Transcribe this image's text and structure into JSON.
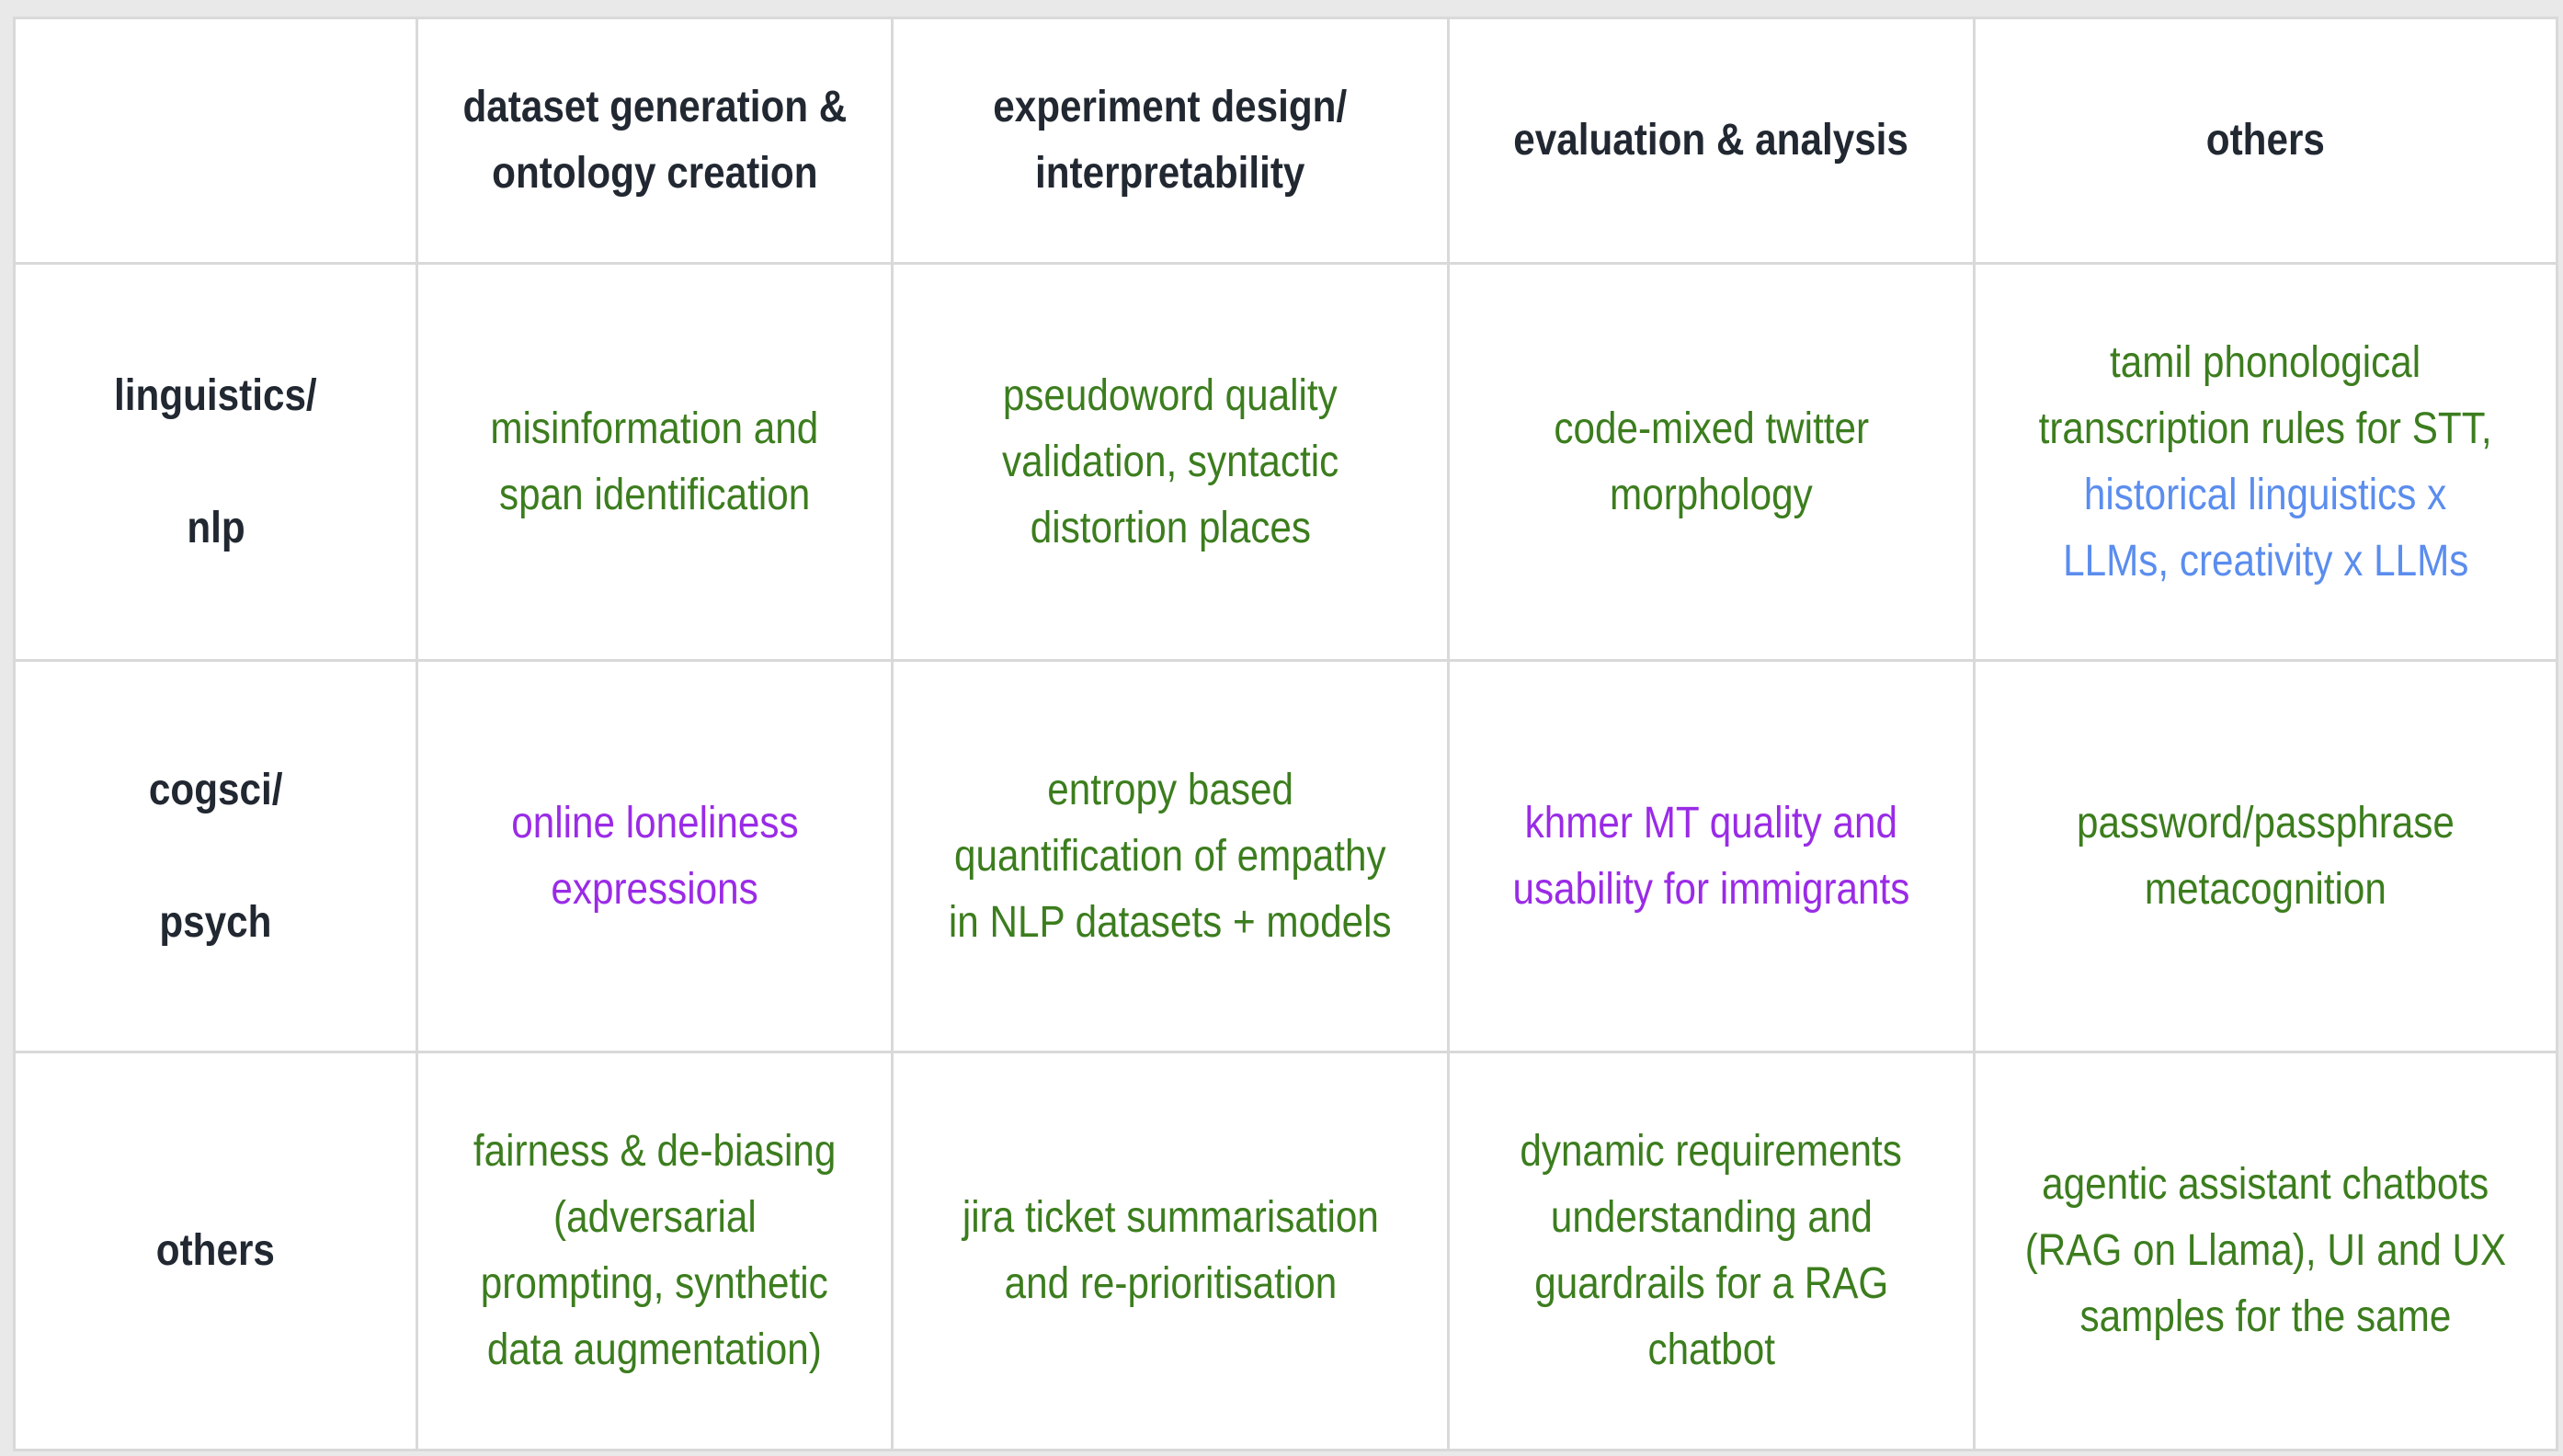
{
  "palette": {
    "green": "#3c7d1e",
    "purple": "#9a2be6",
    "blue": "#5b8dee",
    "header_text": "#222831",
    "border": "#d9d9d9",
    "page_bg": "#e9e9e9",
    "cell_bg": "#ffffff"
  },
  "table": {
    "columns": [
      {
        "id": "row-labels",
        "header_lines": []
      },
      {
        "id": "dataset-generation-ontology-creation",
        "header_lines": [
          "dataset generation &",
          "ontology creation"
        ]
      },
      {
        "id": "experiment-design-interpretability",
        "header_lines": [
          "experiment design/",
          "interpretability"
        ]
      },
      {
        "id": "evaluation-analysis",
        "header_lines": [
          "evaluation & analysis"
        ]
      },
      {
        "id": "others",
        "header_lines": [
          "others"
        ]
      }
    ],
    "rows": [
      {
        "id": "linguistics-nlp",
        "label_lines": [
          "linguistics/",
          "nlp"
        ],
        "cells": [
          {
            "lines": [
              {
                "text": "misinformation and",
                "color": "green"
              },
              {
                "text": "span identification",
                "color": "green"
              }
            ]
          },
          {
            "lines": [
              {
                "text": "pseudoword quality",
                "color": "green"
              },
              {
                "text": "validation, syntactic",
                "color": "green"
              },
              {
                "text": "distortion places",
                "color": "green"
              }
            ]
          },
          {
            "lines": [
              {
                "text": "code-mixed twitter",
                "color": "green"
              },
              {
                "text": "morphology",
                "color": "green"
              }
            ]
          },
          {
            "lines": [
              {
                "text": "tamil phonological",
                "color": "green"
              },
              {
                "text": "transcription rules for STT,",
                "color": "green"
              },
              {
                "text": "historical linguistics x",
                "color": "blue"
              },
              {
                "text": "LLMs, creativity x LLMs",
                "color": "blue"
              }
            ]
          }
        ]
      },
      {
        "id": "cogsci-psych",
        "label_lines": [
          "cogsci/",
          "psych"
        ],
        "cells": [
          {
            "lines": [
              {
                "text": "online loneliness",
                "color": "purple"
              },
              {
                "text": "expressions",
                "color": "purple"
              }
            ]
          },
          {
            "lines": [
              {
                "text": "entropy based",
                "color": "green"
              },
              {
                "text": "quantification of empathy",
                "color": "green"
              },
              {
                "text": "in NLP datasets + models",
                "color": "green"
              }
            ]
          },
          {
            "lines": [
              {
                "text": "khmer MT quality and",
                "color": "purple"
              },
              {
                "text": "usability for immigrants",
                "color": "purple"
              }
            ]
          },
          {
            "lines": [
              {
                "text": "password/passphrase",
                "color": "green"
              },
              {
                "text": "metacognition",
                "color": "green"
              }
            ]
          }
        ]
      },
      {
        "id": "others",
        "label_lines": [
          "others"
        ],
        "cells": [
          {
            "lines": [
              {
                "text": "fairness & de-biasing",
                "color": "green"
              },
              {
                "text": "(adversarial",
                "color": "green"
              },
              {
                "text": "prompting, synthetic",
                "color": "green"
              },
              {
                "text": "data augmentation)",
                "color": "green"
              }
            ]
          },
          {
            "lines": [
              {
                "text": "jira ticket summarisation",
                "color": "green"
              },
              {
                "text": "and re-prioritisation",
                "color": "green"
              }
            ]
          },
          {
            "lines": [
              {
                "text": "dynamic requirements",
                "color": "green"
              },
              {
                "text": "understanding and",
                "color": "green"
              },
              {
                "text": "guardrails for a RAG",
                "color": "green"
              },
              {
                "text": "chatbot",
                "color": "green"
              }
            ]
          },
          {
            "lines": [
              {
                "text": "agentic assistant chatbots",
                "color": "green"
              },
              {
                "text": "(RAG on Llama), UI and UX",
                "color": "green"
              },
              {
                "text": "samples for the same",
                "color": "green"
              }
            ]
          }
        ]
      }
    ]
  }
}
